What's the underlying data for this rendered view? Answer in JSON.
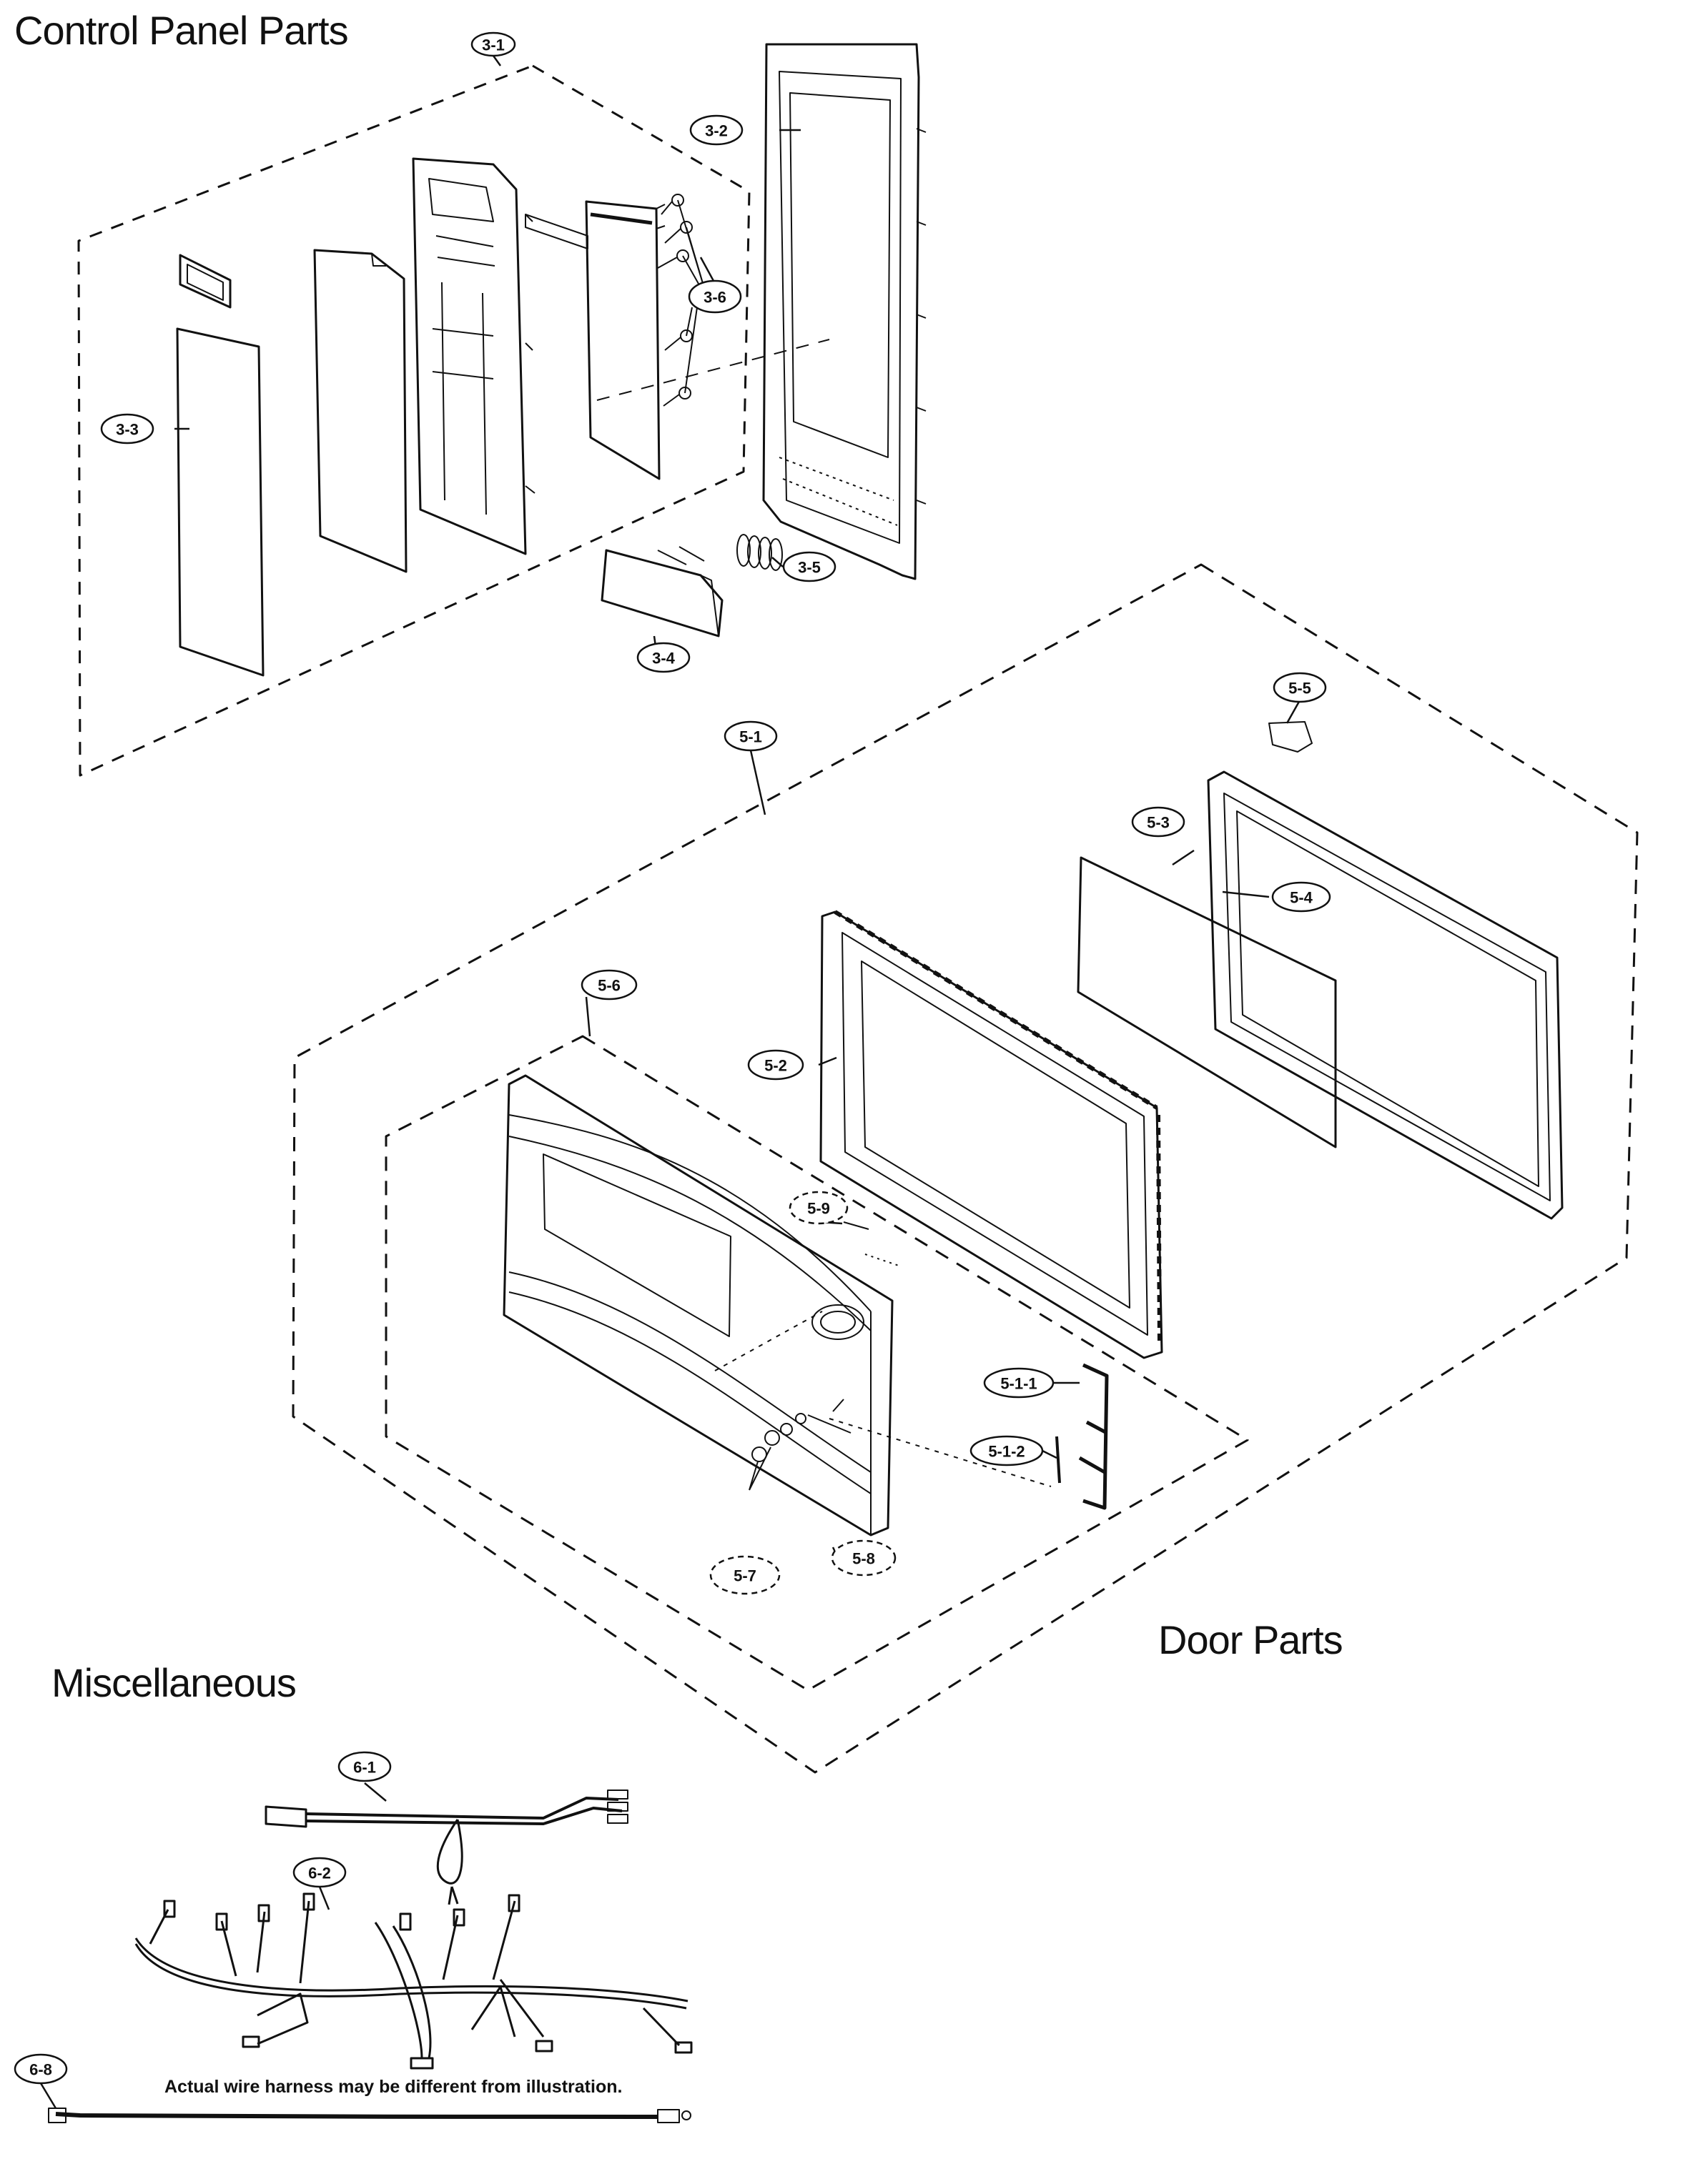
{
  "sections": {
    "control_panel": "Control Panel Parts",
    "door": "Door Parts",
    "misc": "Miscellaneous"
  },
  "note": "Actual wire harness may be different from illustration.",
  "callouts": {
    "c3_1": "3-1",
    "c3_2": "3-2",
    "c3_3": "3-3",
    "c3_4": "3-4",
    "c3_5": "3-5",
    "c3_6": "3-6",
    "c5_1": "5-1",
    "c5_1_1": "5-1-1",
    "c5_1_2": "5-1-2",
    "c5_2": "5-2",
    "c5_3": "5-3",
    "c5_4": "5-4",
    "c5_5": "5-5",
    "c5_6": "5-6",
    "c5_7": "5-7",
    "c5_8": "5-8",
    "c5_9": "5-9",
    "c6_1": "6-1",
    "c6_2": "6-2",
    "c6_8": "6-8"
  }
}
